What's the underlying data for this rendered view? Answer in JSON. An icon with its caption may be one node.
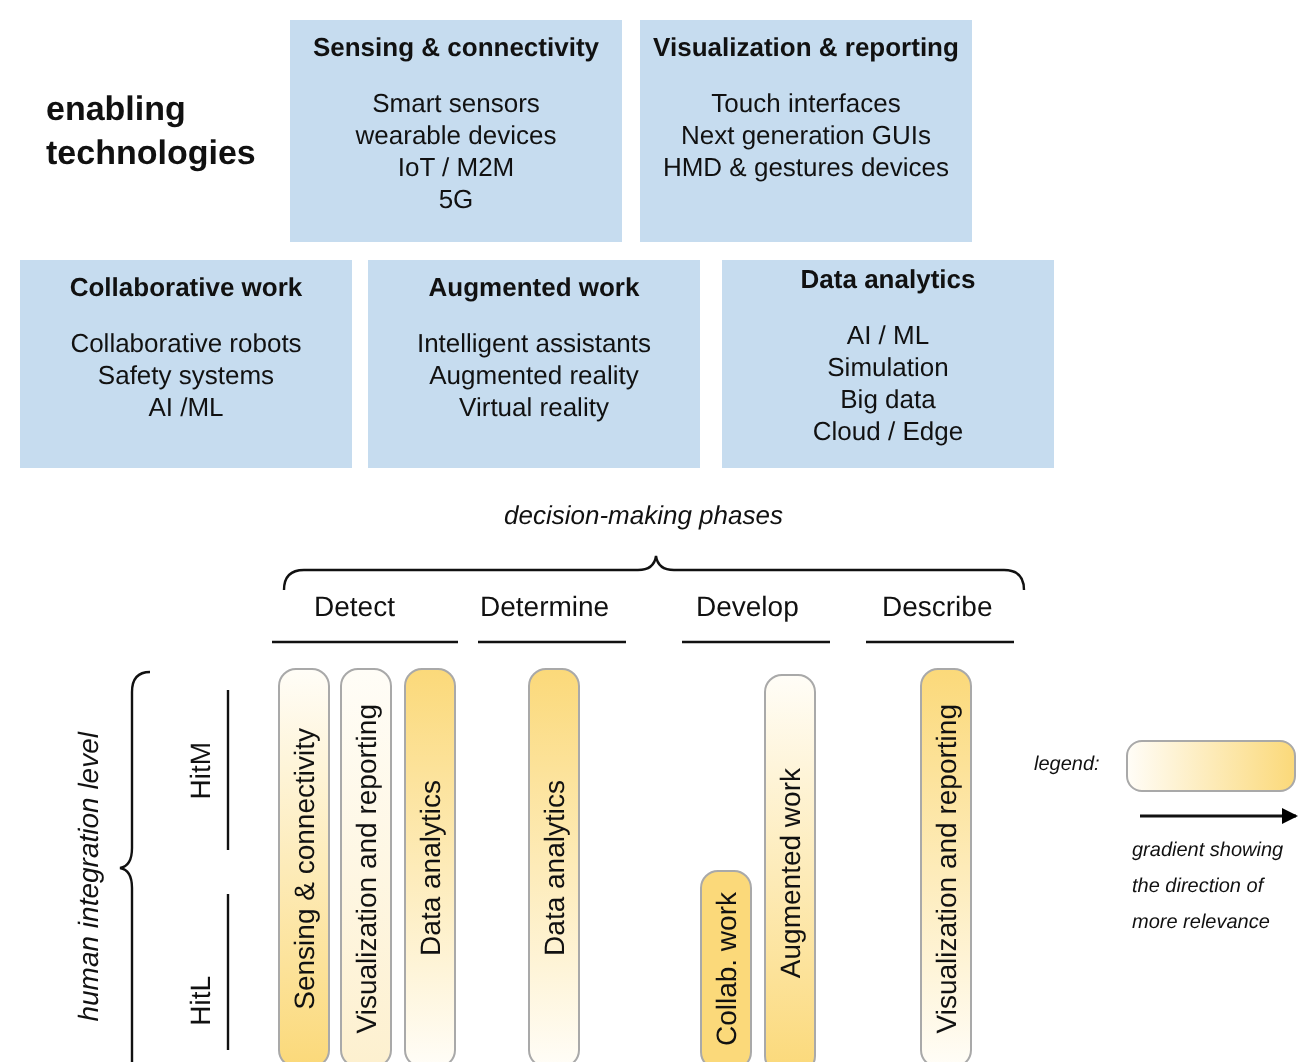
{
  "diagram": {
    "nodes": [
      {
        "text": [
          "Sensing & connectivity",
          "Smart sensors",
          "wearable devices",
          "IoT / M2M",
          "5G"
        ]
      },
      {
        "text": [
          "Visualization & reporting",
          "Touch interfaces",
          "Next generation GUIs",
          "HMD & gestures devices"
        ]
      },
      {
        "text": [
          "Collaborative work",
          "Collaborative robots",
          "Safety systems",
          "AI /ML"
        ]
      },
      {
        "text": [
          "Augmented work",
          "Intelligent assistants",
          "Augmented reality",
          "Virtual reality"
        ]
      },
      {
        "text": [
          "Data analytics",
          "AI / ML",
          "Simulation",
          "Big data",
          "Cloud / Edge"
        ]
      },
      {
        "text": [
          "Sensing & connectivity"
        ]
      },
      {
        "text": [
          "Visualization and reporting"
        ]
      },
      {
        "text": [
          "Data analytics"
        ]
      },
      {
        "text": [
          "Data analytics"
        ]
      },
      {
        "text": [
          "Collab. work"
        ]
      },
      {
        "text": [
          "Augmented work"
        ]
      },
      {
        "text": [
          "Visualization and reporting"
        ]
      }
    ],
    "edges": [],
    "labels": [
      "enabling technologies",
      "decision-making phases",
      "Detect",
      "Determine",
      "Develop",
      "Describe",
      "human integration level",
      "HitM",
      "HitL",
      "legend:"
    ],
    "legend": [
      {
        "text": "gradient showing the direction of more relevance"
      }
    ]
  }
}
